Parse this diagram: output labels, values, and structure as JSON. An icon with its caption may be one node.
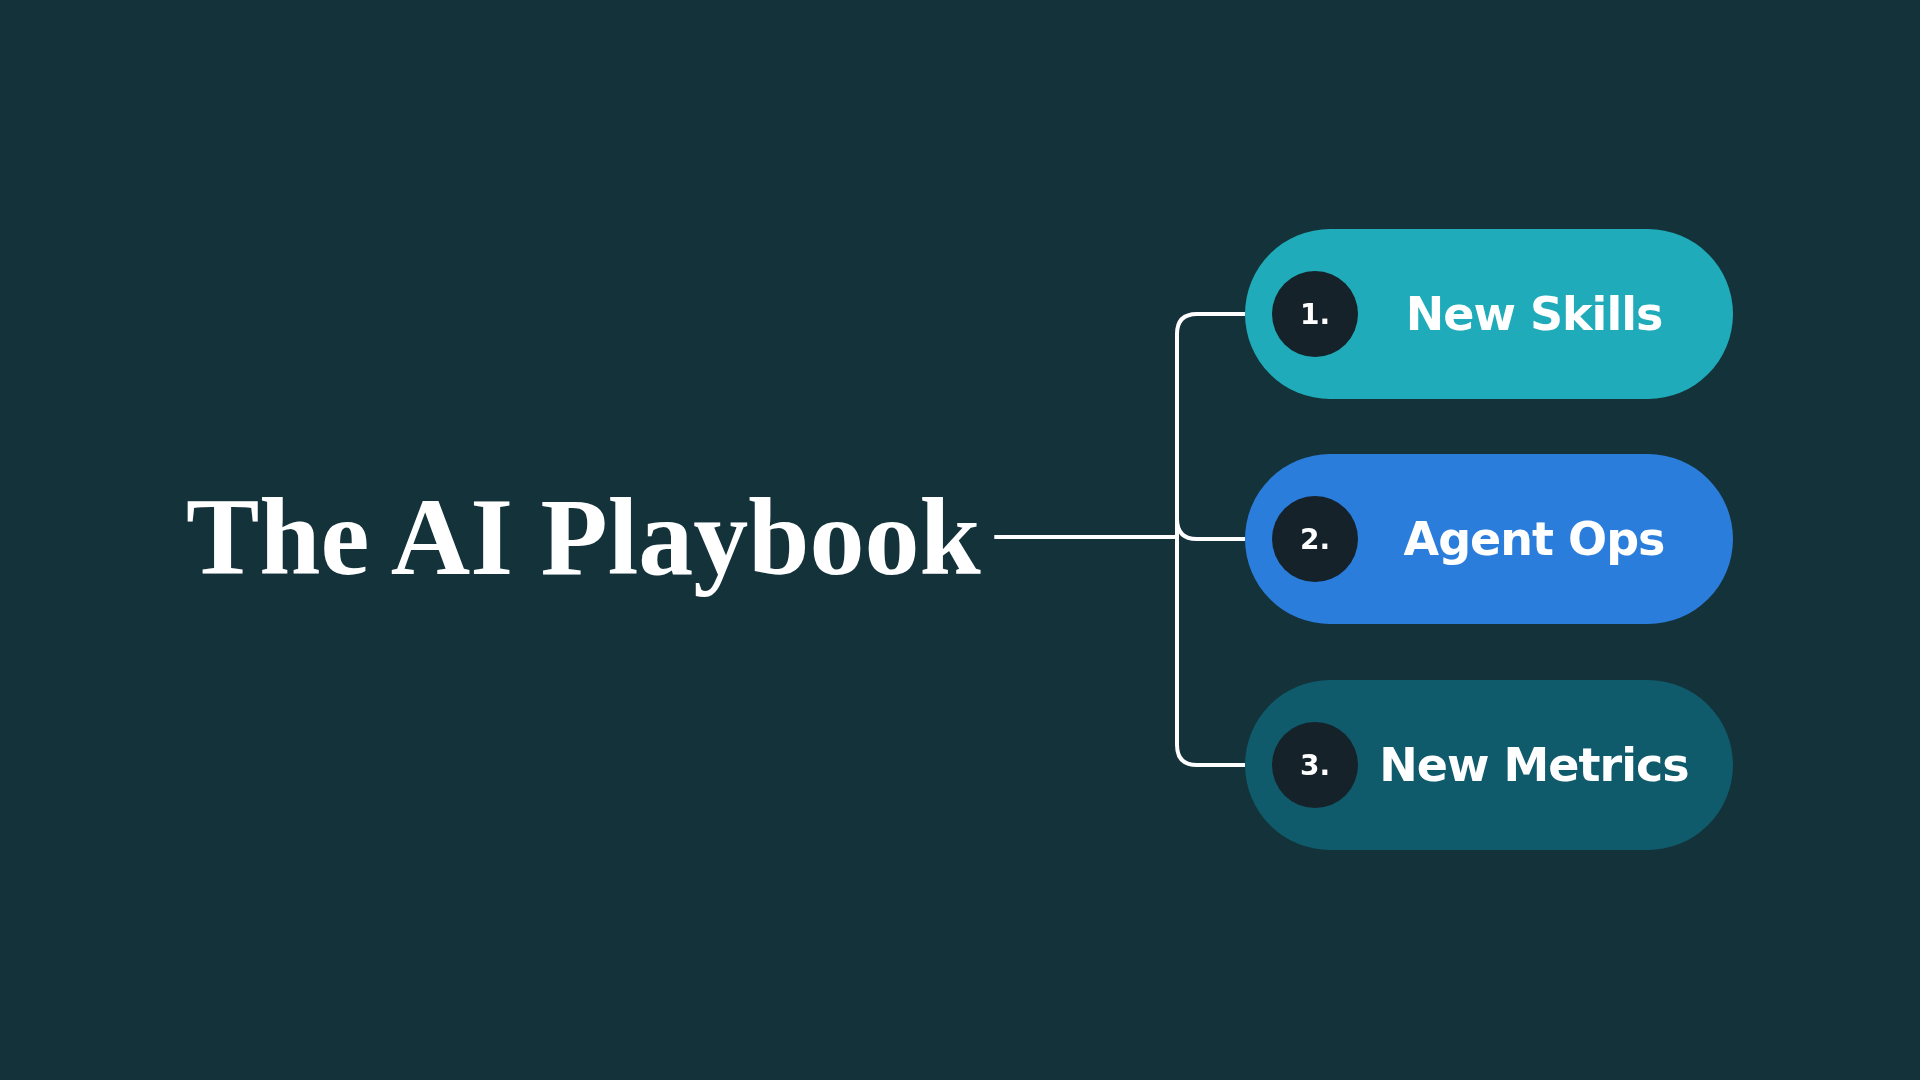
{
  "diagram": {
    "nodes": [
      {
        "text": [
          "The AI Playbook"
        ]
      },
      {
        "text": [
          "New Skills"
        ]
      },
      {
        "text": [
          "1."
        ],
        "in": 1
      },
      {
        "text": [
          "Agent Ops"
        ]
      },
      {
        "text": [
          "2."
        ],
        "in": 3
      },
      {
        "text": [
          "New Metrics"
        ]
      },
      {
        "text": [
          "3."
        ],
        "in": 5
      }
    ],
    "edges": [
      {
        "from": 0,
        "to": 1,
        "arrow": "none"
      },
      {
        "from": 0,
        "to": 3,
        "arrow": "none"
      },
      {
        "from": 0,
        "to": 5,
        "arrow": "none"
      }
    ]
  }
}
